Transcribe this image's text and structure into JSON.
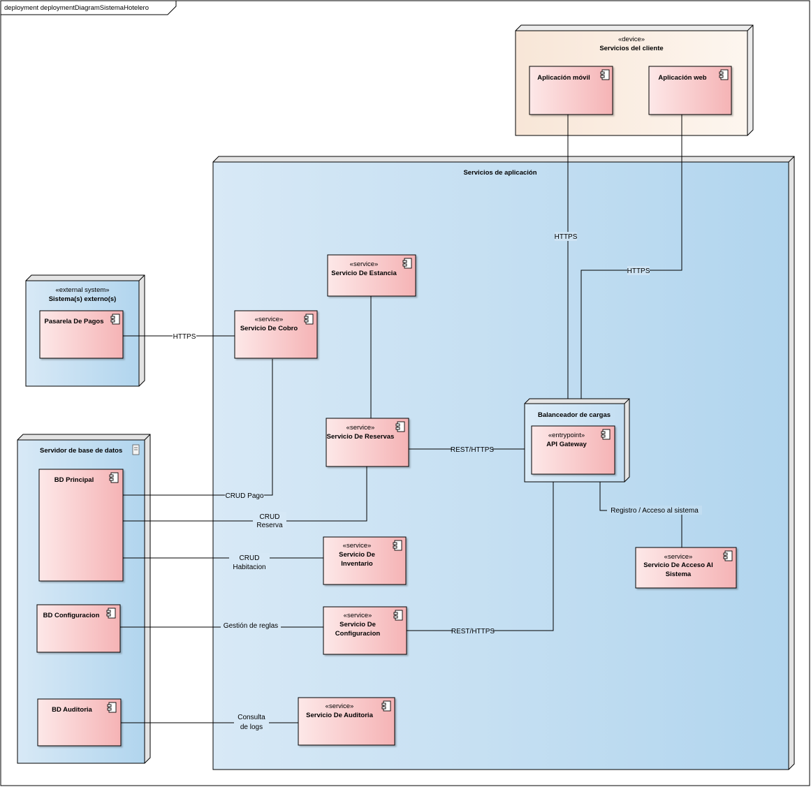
{
  "frame": {
    "title": "deployment deploymentDiagramSistemaHotelero"
  },
  "nodes": {
    "client": {
      "stereotype": "«device»",
      "title": "Servicios del cliente"
    },
    "app": {
      "title": "Servicios de aplicación"
    },
    "external": {
      "stereotype": "«external system»",
      "title": "Sistema(s) externo(s)"
    },
    "db_server": {
      "title": "Servidor de base de datos"
    },
    "balancer": {
      "title": "Balanceador de cargas"
    }
  },
  "components": {
    "movil": {
      "title": "Aplicación móvil"
    },
    "web": {
      "title": "Aplicación web"
    },
    "pasarela": {
      "title": "Pasarela De Pagos"
    },
    "estancia": {
      "stereotype": "«service»",
      "title": "Servicio De Estancia"
    },
    "cobro": {
      "stereotype": "«service»",
      "title": "Servicio De Cobro"
    },
    "reservas": {
      "stereotype": "«service»",
      "title": "Servicio De Reservas"
    },
    "gateway": {
      "stereotype": "«entrypoint»",
      "title": "API Gateway"
    },
    "acceso": {
      "stereotype": "«service»",
      "title": [
        "Servicio De Acceso Al",
        "Sistema"
      ]
    },
    "inventario": {
      "stereotype": "«service»",
      "title": [
        "Servicio De",
        "Inventario"
      ]
    },
    "configuracion": {
      "stereotype": "«service»",
      "title": [
        "Servicio De",
        "Configuracion"
      ]
    },
    "auditoria": {
      "stereotype": "«service»",
      "title": "Servicio De Auditoria"
    },
    "bd_principal": {
      "title": "BD Principal"
    },
    "bd_config": {
      "title": "BD Configuracion"
    },
    "bd_auditoria": {
      "title": "BD Auditoria"
    }
  },
  "connections": {
    "movil_gateway": {
      "label": [
        "HTTPS"
      ]
    },
    "web_gateway": {
      "label": [
        "HTTPS"
      ]
    },
    "pasarela_cobro": {
      "label": [
        "HTTPS"
      ]
    },
    "reservas_gateway": {
      "label": [
        "REST/HTTPS"
      ]
    },
    "config_gateway": {
      "label": [
        "REST/HTTPS"
      ]
    },
    "gateway_acceso": {
      "label": [
        "Registro / Acceso al sistema"
      ]
    },
    "principal_cobro": {
      "label": [
        "CRUD Pago"
      ]
    },
    "principal_reservas": {
      "label": [
        "CRUD",
        "Reserva"
      ]
    },
    "principal_inventario": {
      "label": [
        "CRUD",
        "Habitacion"
      ]
    },
    "config_bd": {
      "label": [
        "Gestión de reglas"
      ]
    },
    "auditoria_bd": {
      "label": [
        "Consulta",
        "de logs"
      ]
    },
    "estancia_reservas": {
      "label": []
    },
    "cobro_reservas": {
      "label": []
    }
  },
  "colors": {
    "blue_node_light": "#d6e8f6",
    "blue_node_dark": "#b3d6ee",
    "client_node_light": "#f9e9dc",
    "client_node_dark": "#fdf5ee",
    "component_light": "#fde6e6",
    "component_dark": "#f6b6b8",
    "line": "#000000"
  }
}
